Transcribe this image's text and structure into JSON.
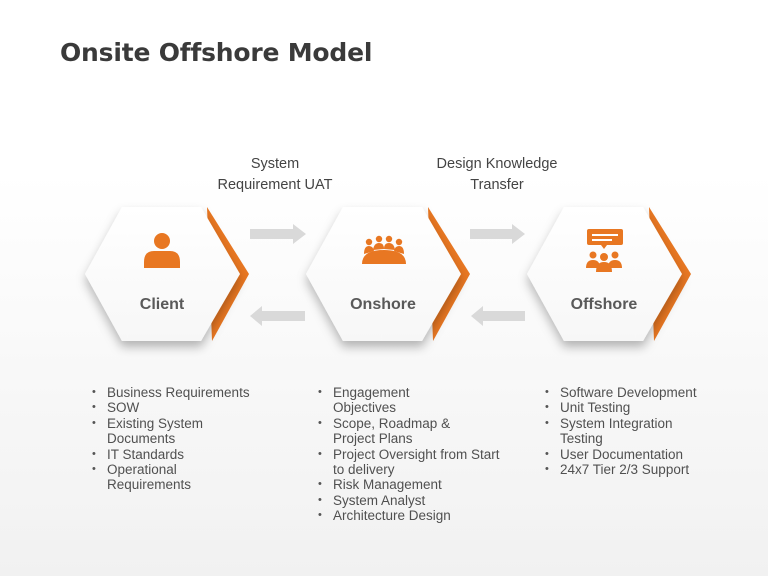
{
  "title": "Onsite Offshore Model",
  "colors": {
    "accent": "#e87722",
    "text": "#3a3a3a",
    "arrow": "#d9d9d9"
  },
  "flow_labels": [
    {
      "lines": [
        "System",
        "Requirement UAT"
      ]
    },
    {
      "lines": [
        "Design Knowledge",
        "Transfer"
      ]
    }
  ],
  "nodes": [
    {
      "label": "Client",
      "icon": "person-icon",
      "bullets": [
        "Business Requirements",
        "SOW",
        "Existing System Documents",
        "IT Standards",
        "Operational Requirements"
      ]
    },
    {
      "label": "Onshore",
      "icon": "meeting-table-icon",
      "bullets": [
        "Engagement Objectives",
        "Scope, Roadmap & Project Plans",
        "Project Oversight from Start to delivery",
        "Risk Management",
        "System Analyst",
        "Architecture Design"
      ]
    },
    {
      "label": "Offshore",
      "icon": "team-chat-icon",
      "bullets": [
        "Software Development",
        "Unit Testing",
        "System Integration Testing",
        "User Documentation",
        "24x7 Tier 2/3 Support"
      ]
    }
  ]
}
